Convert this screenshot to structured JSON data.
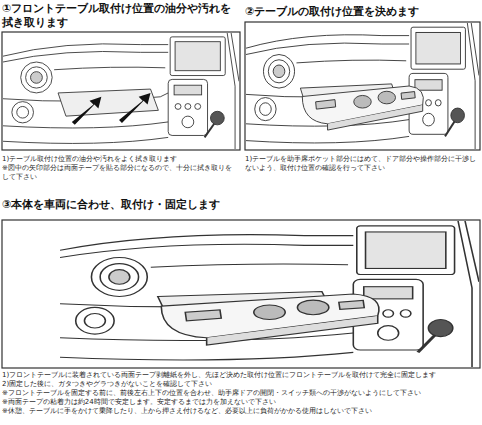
{
  "diagram": {
    "nodes": [
      {
        "text": [
          "①フロントテーブル取付け位置の油分や汚れを拭き取ります",
          "1)テーブル取付け位置の油分や汚れをよく拭き取ります",
          "※図中の矢印部分は両面テープを貼る部分になるので、十分に拭き取りをして下さい"
        ]
      },
      {
        "text": [
          "②テーブルの取付け位置を決めます",
          "1)テーブルを助手席ポケット部分にはめて、ドア部分や操作部分に干渉しないよう、取付け位置の確認を行って下さい"
        ]
      },
      {
        "text": [
          "③本体を車両に合わせ、取付け・固定します",
          "1)フロントテーブルに装着されている両面テープ剥離紙を外し、先ほど決めた取付け位置にフロントテーブルを取付けて完全に固定します",
          "2)固定した後に、ガタつきやグラつきがないことを確認して下さい",
          "※フロントテーブルを固定する前に、前後左右上下の位置を合わせ、助手席ドアの開閉・スイッチ類への干渉がないようにして下さい",
          "※両面テープの粘着力は約24時間で安定します。安定するまでは力を加えないで下さい",
          "※休憩、テーブルに手をかけて乗降したり、上から押さえ付けるなど、必要以上に負荷がかかる使用はしないで下さい"
        ]
      }
    ]
  }
}
